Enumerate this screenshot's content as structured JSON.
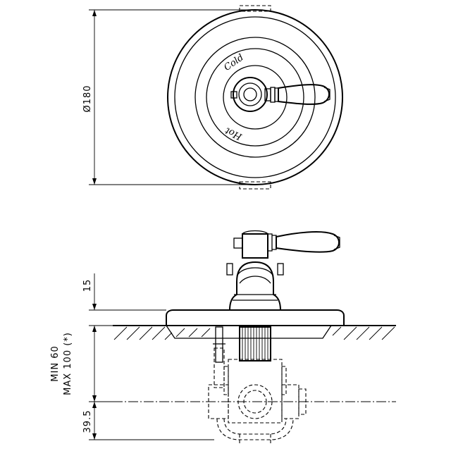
{
  "front_view": {
    "dimension_diameter": "Ø180",
    "label_cold": "Cold",
    "label_hot": "Hot"
  },
  "side_view": {
    "dimension_plate_to_wall": "15",
    "dimension_min": "MIN 60",
    "dimension_max": "MAX 100 (*)",
    "dimension_bottom": "39.5"
  }
}
